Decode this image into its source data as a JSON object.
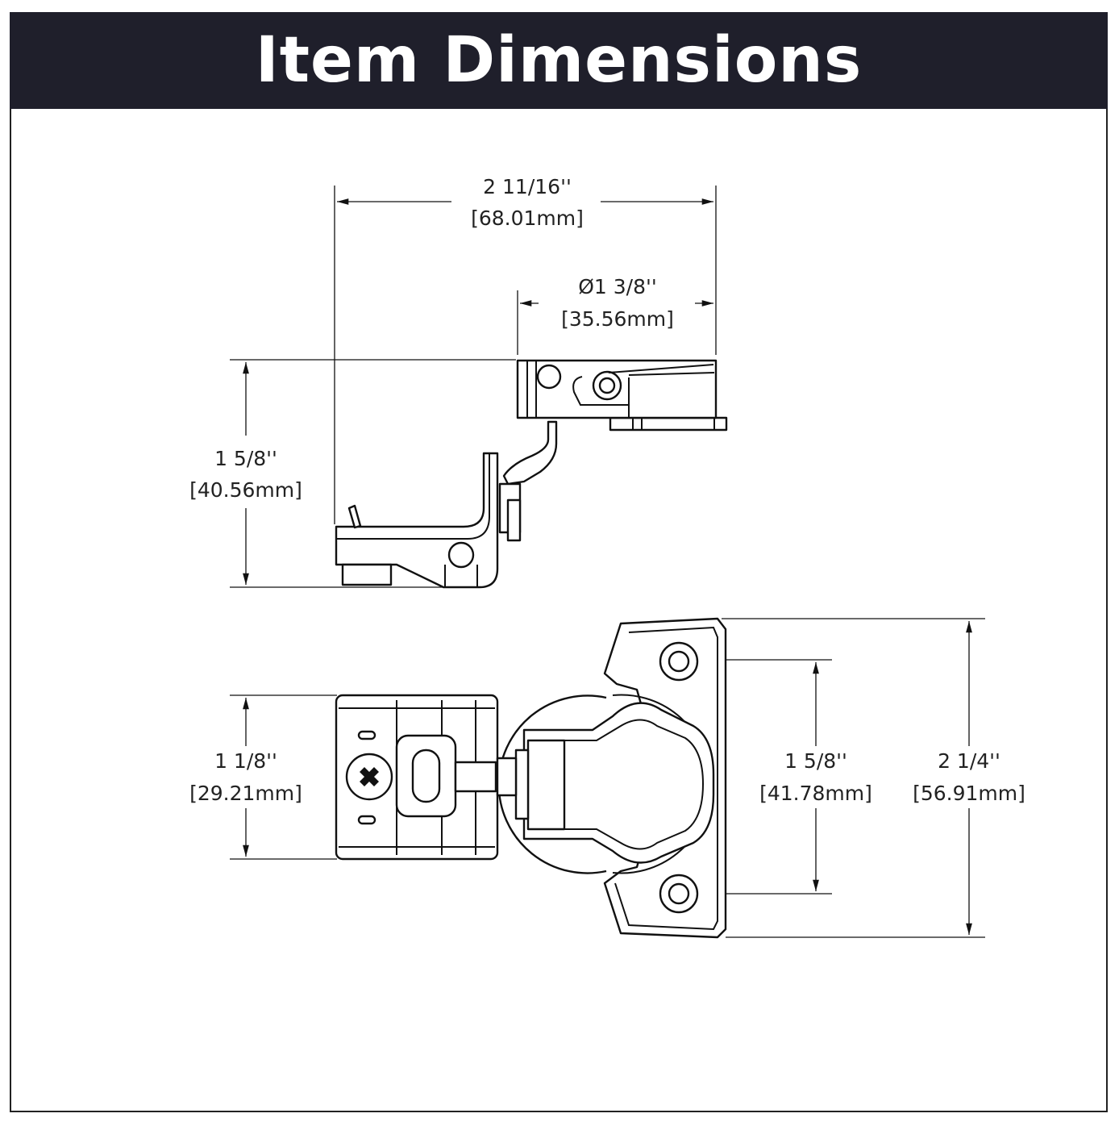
{
  "header": {
    "title": "Item Dimensions"
  },
  "dimensions": {
    "overall_width": {
      "imperial": "2 11/16''",
      "metric": "[68.01mm]"
    },
    "cup_diameter": {
      "imperial": "Ø1 3/8''",
      "metric": "[35.56mm]"
    },
    "side_height": {
      "imperial": "1 5/8''",
      "metric": "[40.56mm]"
    },
    "arm_width": {
      "imperial": "1 1/8''",
      "metric": "[29.21mm]"
    },
    "hole_spacing": {
      "imperial": "1 5/8''",
      "metric": "[41.78mm]"
    },
    "plate_length": {
      "imperial": "2 1/4''",
      "metric": "[56.91mm]"
    }
  },
  "colors": {
    "header_bg": "#1f1f2b",
    "header_text": "#ffffff",
    "line": "#111111"
  }
}
